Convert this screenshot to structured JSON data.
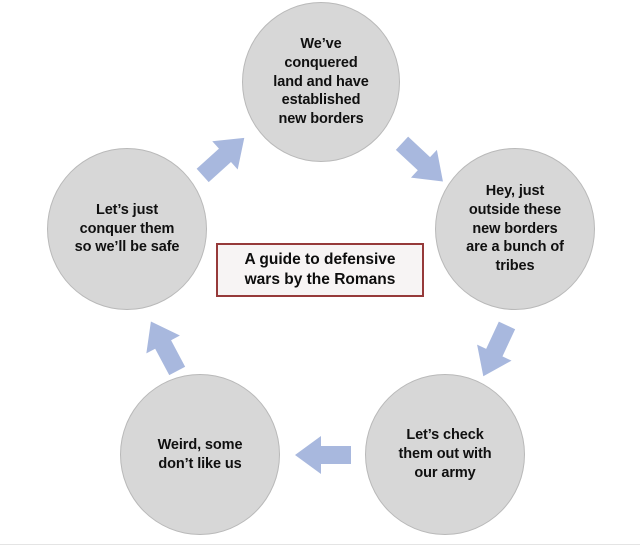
{
  "diagram": {
    "type": "cycle",
    "title": "A guide to defensive wars by the Romans",
    "center": {
      "text": "A guide to defensive\nwars by the Romans",
      "border_color": "#963a3a",
      "fill_color": "#f7f4f4"
    },
    "node_fill_color": "#d7d7d7",
    "node_border_color": "#b9b9b9",
    "arrow_color": "#a8b8de",
    "text_color": "#101010",
    "background_color": "#ffffff",
    "nodes": [
      {
        "id": "top",
        "order": 1,
        "text": "We’ve\nconquered\nland and have\nestablished\nnew borders"
      },
      {
        "id": "right",
        "order": 2,
        "text": "Hey, just\noutside these\nnew borders\nare a bunch of\ntribes"
      },
      {
        "id": "bottom-right",
        "order": 3,
        "text": "Let’s check\nthem out with\nour army"
      },
      {
        "id": "bottom-left",
        "order": 4,
        "text": "Weird, some\ndon’t like us"
      },
      {
        "id": "left",
        "order": 5,
        "text": "Let’s just\nconquer them\nso we’ll be safe"
      }
    ],
    "arrows": [
      {
        "id": "top-to-right",
        "from": "top",
        "to": "right",
        "direction": "down-right"
      },
      {
        "id": "right-to-bottomright",
        "from": "right",
        "to": "bottom-right",
        "direction": "down-left"
      },
      {
        "id": "bottomright-to-bottomleft",
        "from": "bottom-right",
        "to": "bottom-left",
        "direction": "left"
      },
      {
        "id": "bottomleft-to-left",
        "from": "bottom-left",
        "to": "left",
        "direction": "up-left"
      },
      {
        "id": "left-to-top",
        "from": "left",
        "to": "top",
        "direction": "up-right"
      }
    ]
  }
}
